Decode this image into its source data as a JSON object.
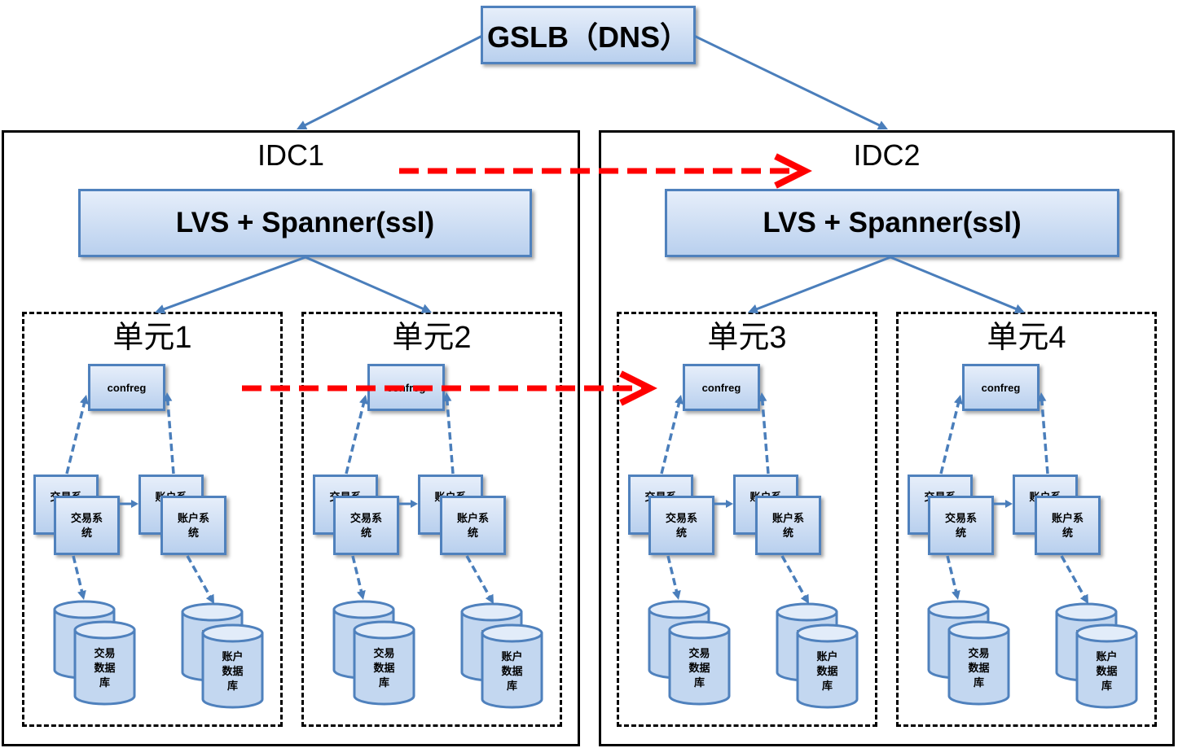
{
  "gslb": {
    "label": "GSLB（DNS）"
  },
  "idcs": [
    {
      "label": "IDC1",
      "lvs_label": "LVS + Spanner(ssl)",
      "units": [
        {
          "label": "单元1",
          "confreg": "confreg",
          "trade_system": "交易系统",
          "account_system": "账户系统",
          "trade_db": "交易数据库",
          "account_db": "账户数据库"
        },
        {
          "label": "单元2",
          "confreg": "confreg",
          "trade_system": "交易系统",
          "account_system": "账户系统",
          "trade_db": "交易数据库",
          "account_db": "账户数据库"
        }
      ]
    },
    {
      "label": "IDC2",
      "lvs_label": "LVS + Spanner(ssl)",
      "units": [
        {
          "label": "单元3",
          "confreg": "confreg",
          "trade_system": "交易系统",
          "account_system": "账户系统",
          "trade_db": "交易数据库",
          "account_db": "账户数据库"
        },
        {
          "label": "单元4",
          "confreg": "confreg",
          "trade_system": "交易系统",
          "account_system": "账户系统",
          "trade_db": "交易数据库",
          "account_db": "账户数据库"
        }
      ]
    }
  ],
  "colors": {
    "box_border": "#4f81bd",
    "box_fill_top": "#e6eefa",
    "box_fill_bottom": "#b9d0ee",
    "connector": "#4a7ebb",
    "failover_arrow": "#ff0000",
    "container_border": "#000000",
    "cylinder_fill": "#c3d7f0",
    "cylinder_top": "#e2ecf9"
  }
}
